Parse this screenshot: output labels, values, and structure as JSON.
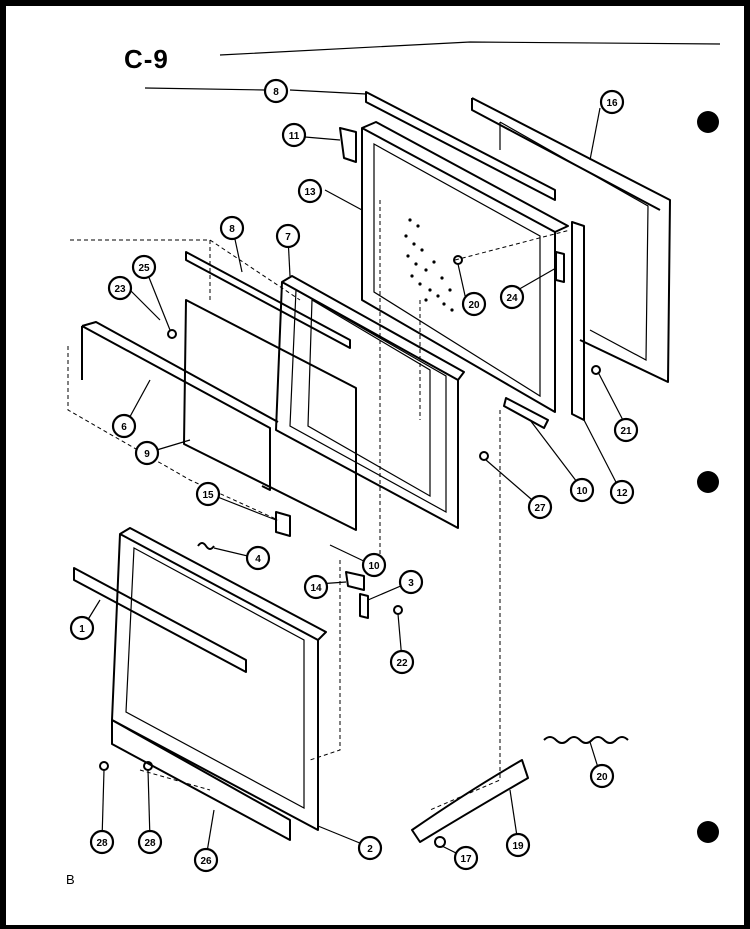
{
  "header": {
    "diagram_code": "C-9"
  },
  "footer": {
    "page_letter": "B"
  },
  "callouts": [
    {
      "key": "c8-top",
      "label": "8"
    },
    {
      "key": "c16",
      "label": "16"
    },
    {
      "key": "c11",
      "label": "11"
    },
    {
      "key": "c13",
      "label": "13"
    },
    {
      "key": "c8-mid",
      "label": "8"
    },
    {
      "key": "c7",
      "label": "7"
    },
    {
      "key": "c20-top",
      "label": "20"
    },
    {
      "key": "c24",
      "label": "24"
    },
    {
      "key": "c23",
      "label": "23"
    },
    {
      "key": "c25",
      "label": "25"
    },
    {
      "key": "c6",
      "label": "6"
    },
    {
      "key": "c9-left",
      "label": "9"
    },
    {
      "key": "c21",
      "label": "21"
    },
    {
      "key": "c10-right",
      "label": "10"
    },
    {
      "key": "c12",
      "label": "12"
    },
    {
      "key": "c27",
      "label": "27"
    },
    {
      "key": "c15",
      "label": "15"
    },
    {
      "key": "c4",
      "label": "4"
    },
    {
      "key": "c10-mid",
      "label": "10"
    },
    {
      "key": "c14",
      "label": "14"
    },
    {
      "key": "c3",
      "label": "3"
    },
    {
      "key": "c1",
      "label": "1"
    },
    {
      "key": "c22",
      "label": "22"
    },
    {
      "key": "c20-spring",
      "label": "20"
    },
    {
      "key": "c28-a",
      "label": "28"
    },
    {
      "key": "c28-b",
      "label": "28"
    },
    {
      "key": "c26",
      "label": "26"
    },
    {
      "key": "c2",
      "label": "2"
    },
    {
      "key": "c17",
      "label": "17"
    },
    {
      "key": "c19",
      "label": "19"
    }
  ]
}
